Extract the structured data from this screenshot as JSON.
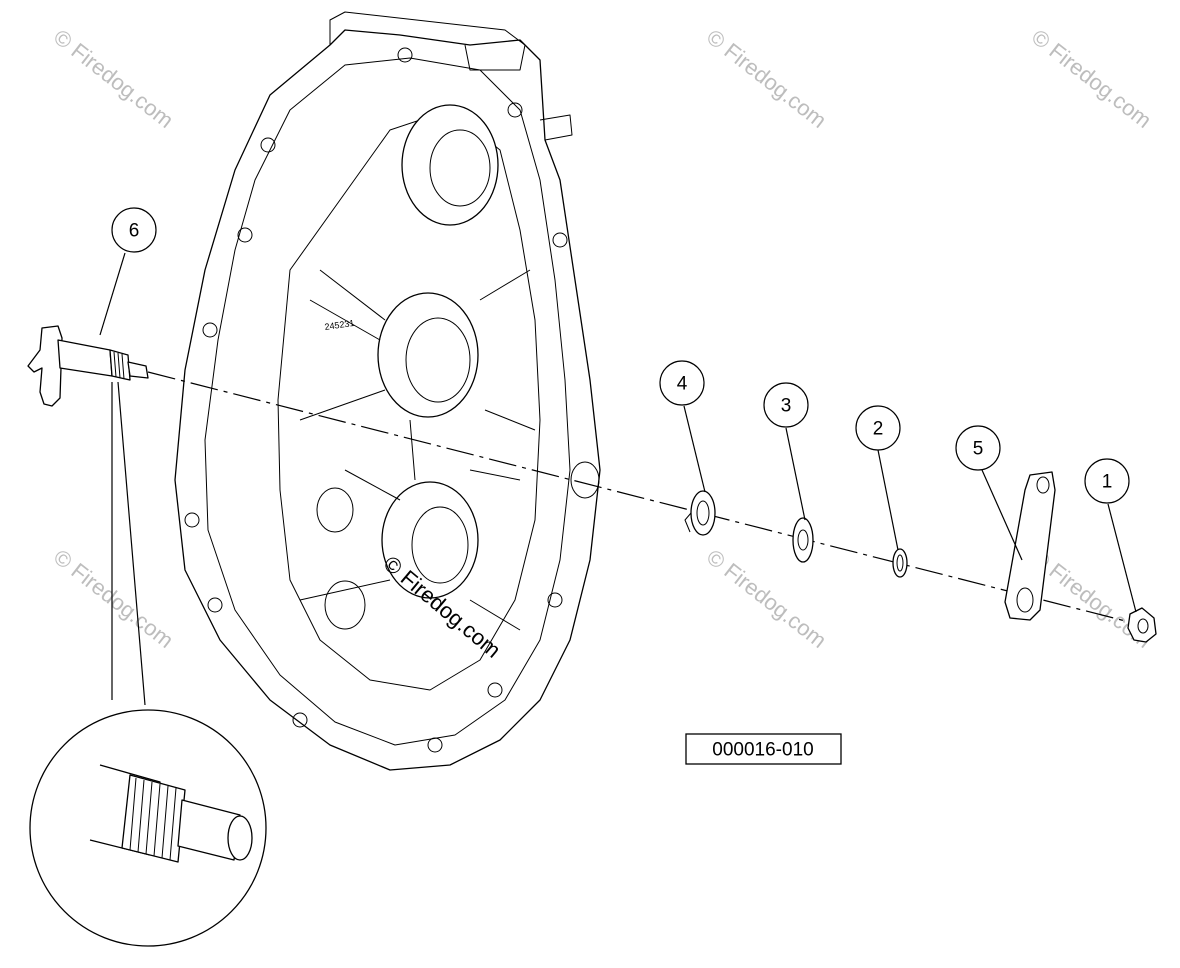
{
  "callouts": [
    {
      "id": "1",
      "label": "1"
    },
    {
      "id": "2",
      "label": "2"
    },
    {
      "id": "3",
      "label": "3"
    },
    {
      "id": "4",
      "label": "4"
    },
    {
      "id": "5",
      "label": "5"
    },
    {
      "id": "6",
      "label": "6"
    }
  ],
  "reference_code": "000016-010",
  "housing_stamp": "245231",
  "watermark": "© Firedog.com"
}
